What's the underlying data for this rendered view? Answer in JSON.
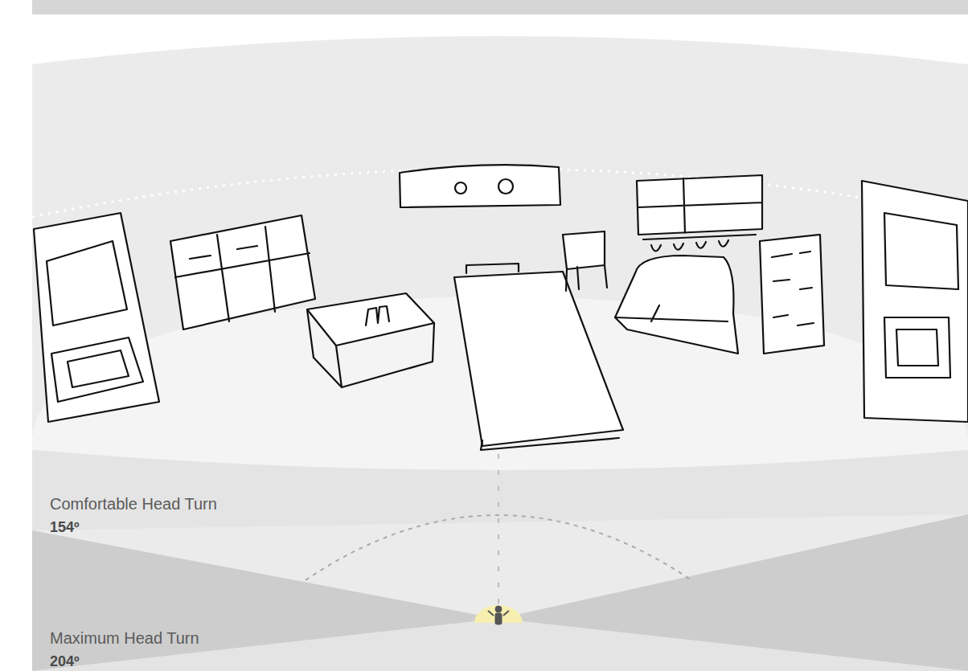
{
  "diagram": {
    "labels": [
      "Comfortable Head Turn",
      "154º",
      "Maximum Head Turn",
      "204º"
    ]
  }
}
